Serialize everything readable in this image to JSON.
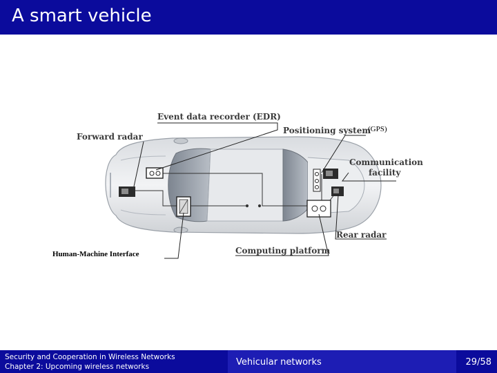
{
  "slide": {
    "title": "A smart vehicle"
  },
  "diagram": {
    "labels": {
      "edr": "Event data recorder (EDR)",
      "positioning": "Positioning system",
      "gps": "(GPS)",
      "forward_radar": "Forward radar",
      "comm_line1": "Communication",
      "comm_line2": "facility",
      "rear_radar": "Rear radar",
      "computing": "Computing platform",
      "hmi": "Human-Machine Interface"
    }
  },
  "footer": {
    "line1": "Security and Cooperation in Wireless Networks",
    "line2": "Chapter 2: Upcoming wireless networks",
    "center": "Vehicular networks",
    "page": "29/58"
  }
}
